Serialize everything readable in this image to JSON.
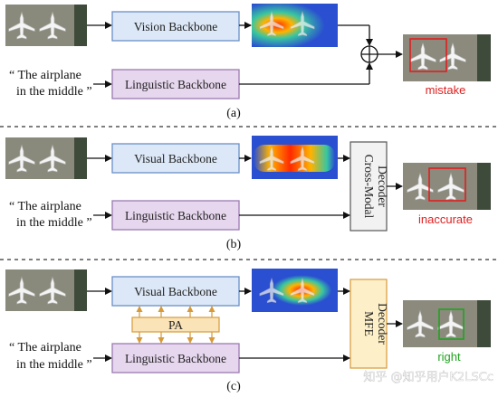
{
  "colors": {
    "visual_fill": "#dce8f7",
    "visual_stroke": "#6a8fc7",
    "ling_fill": "#e6d6ee",
    "ling_stroke": "#9b7bb0",
    "pa_fill": "#fbe3b8",
    "pa_stroke": "#d69a3a",
    "mfe_fill": "#fdf0c8",
    "cross_fill": "#f2f2f2",
    "red": "#e02020",
    "green": "#1fa31f"
  },
  "panels": [
    {
      "label": "(a)",
      "visual_backbone": "Vision Backbone",
      "linguistic_backbone": "Linguistic Backbone",
      "query_line1": "“ The airplane",
      "query_line2": "in the middle ”",
      "result": "mistake",
      "fusion_icon": "circled-plus-icon"
    },
    {
      "label": "(b)",
      "visual_backbone": "Visual Backbone",
      "linguistic_backbone": "Linguistic Backbone",
      "query_line1": "“ The airplane",
      "query_line2": "in the middle ”",
      "decoder_line1": "Cross-Modal",
      "decoder_line2": "Decoder",
      "result": "inaccurate"
    },
    {
      "label": "(c)",
      "visual_backbone": "Visual Backbone",
      "linguistic_backbone": "Linguistic Backbone",
      "query_line1": "“ The airplane",
      "query_line2": "in the middle ”",
      "pa_label": "PA",
      "decoder_line1": "MFE",
      "decoder_line2": "Decoder",
      "result": "right"
    }
  ],
  "watermark": "知乎 @知乎用户K2LSCc"
}
